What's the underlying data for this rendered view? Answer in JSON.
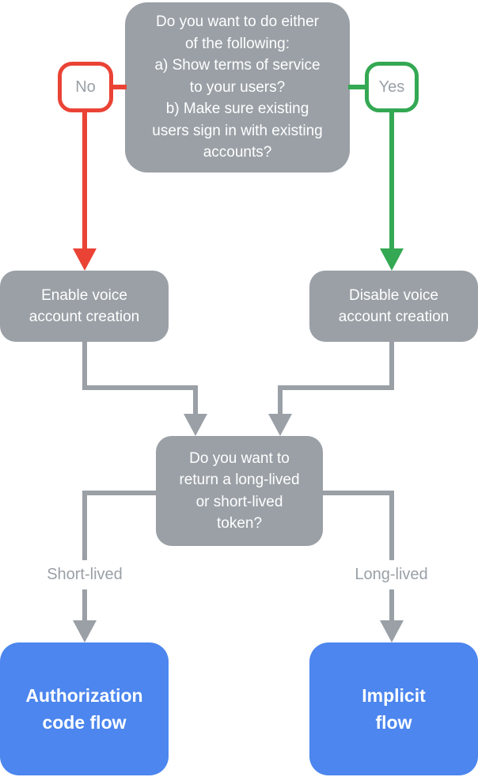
{
  "flowchart": {
    "title": "Voice account creation / token flow decision diagram",
    "nodes": {
      "top_question": {
        "text": "Do you want to do either\nof the following:\na) Show terms of service\nto your users?\nb) Make sure existing\nusers sign in with existing\naccounts?"
      },
      "no_badge": {
        "label": "No"
      },
      "yes_badge": {
        "label": "Yes"
      },
      "enable_voice": {
        "text": "Enable voice\naccount creation"
      },
      "disable_voice": {
        "text": "Disable voice\naccount creation"
      },
      "token_question": {
        "text": "Do you want to\nreturn a long-lived\nor short-lived\ntoken?"
      },
      "short_lived_label": {
        "text": "Short-lived"
      },
      "long_lived_label": {
        "text": "Long-lived"
      },
      "auth_code_flow": {
        "text": "Authorization\ncode flow"
      },
      "implicit_flow": {
        "text": "Implicit\nflow"
      }
    },
    "edges": [
      {
        "from": "top_question",
        "to": "enable_voice",
        "label": "No",
        "color_key": "no_red"
      },
      {
        "from": "top_question",
        "to": "disable_voice",
        "label": "Yes",
        "color_key": "yes_green"
      },
      {
        "from": "enable_voice",
        "to": "token_question",
        "label": "",
        "color_key": "arrow_gray"
      },
      {
        "from": "disable_voice",
        "to": "token_question",
        "label": "",
        "color_key": "arrow_gray"
      },
      {
        "from": "token_question",
        "to": "auth_code_flow",
        "label": "Short-lived",
        "color_key": "arrow_gray"
      },
      {
        "from": "token_question",
        "to": "implicit_flow",
        "label": "Long-lived",
        "color_key": "arrow_gray"
      }
    ],
    "colors": {
      "node_gray": "#9AA0A6",
      "arrow_gray": "#9AA0A6",
      "no_red": "#EA4335",
      "yes_green": "#34A853",
      "result_blue": "#4C86EE",
      "text_white": "#FFFFFF",
      "label_gray": "#9AA0A6",
      "background": "#FFFFFF"
    }
  }
}
